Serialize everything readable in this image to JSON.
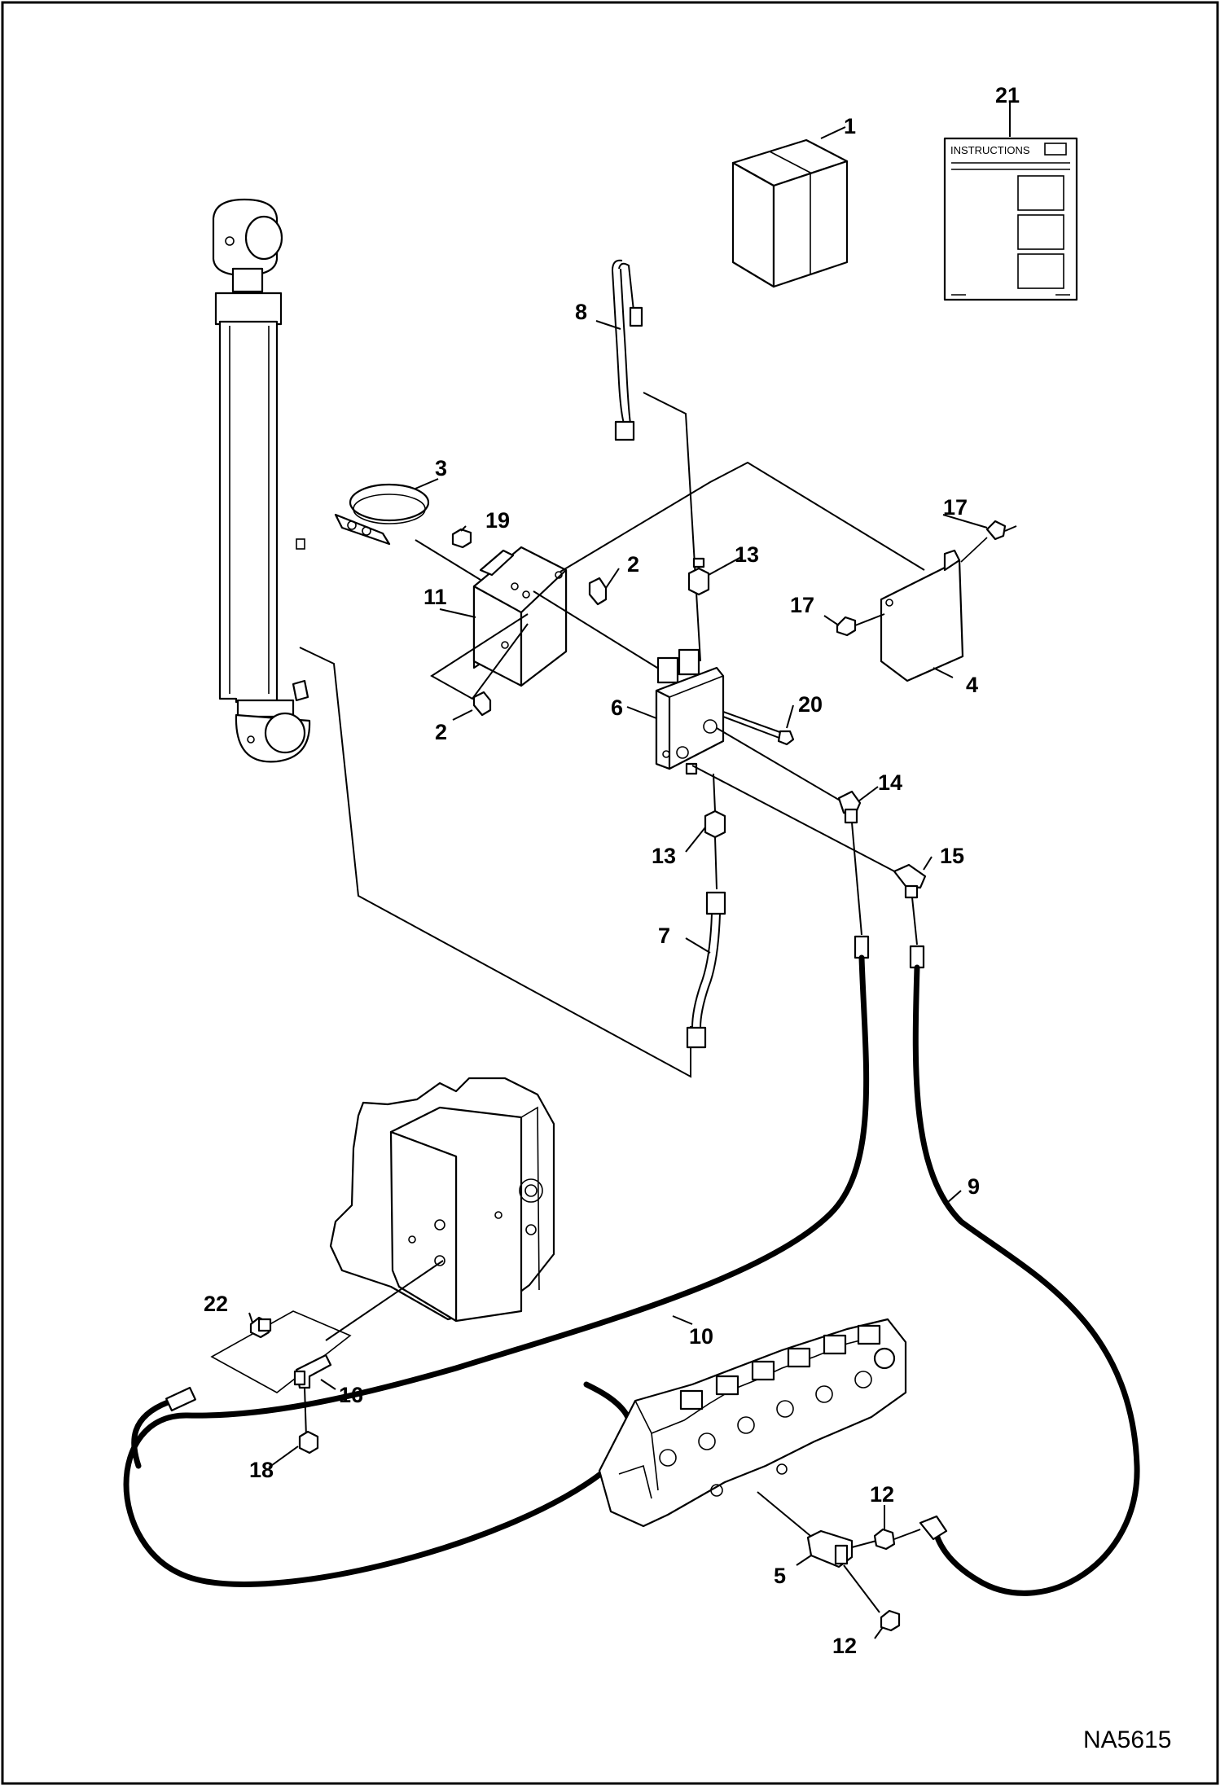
{
  "diagram": {
    "drawing_code": "NA5615",
    "callouts": [
      {
        "id": "c1",
        "label": "1"
      },
      {
        "id": "c2a",
        "label": "2"
      },
      {
        "id": "c2b",
        "label": "2"
      },
      {
        "id": "c3",
        "label": "3"
      },
      {
        "id": "c4",
        "label": "4"
      },
      {
        "id": "c5",
        "label": "5"
      },
      {
        "id": "c6",
        "label": "6"
      },
      {
        "id": "c7",
        "label": "7"
      },
      {
        "id": "c8",
        "label": "8"
      },
      {
        "id": "c9",
        "label": "9"
      },
      {
        "id": "c10",
        "label": "10"
      },
      {
        "id": "c11",
        "label": "11"
      },
      {
        "id": "c12a",
        "label": "12"
      },
      {
        "id": "c12b",
        "label": "12"
      },
      {
        "id": "c13a",
        "label": "13"
      },
      {
        "id": "c13b",
        "label": "13"
      },
      {
        "id": "c14",
        "label": "14"
      },
      {
        "id": "c15",
        "label": "15"
      },
      {
        "id": "c16",
        "label": "16"
      },
      {
        "id": "c17a",
        "label": "17"
      },
      {
        "id": "c17b",
        "label": "17"
      },
      {
        "id": "c18",
        "label": "18"
      },
      {
        "id": "c19",
        "label": "19"
      },
      {
        "id": "c20",
        "label": "20"
      },
      {
        "id": "c21",
        "label": "21"
      },
      {
        "id": "c22",
        "label": "22"
      }
    ],
    "instructions_sheet": {
      "heading": "INSTRUCTIONS"
    }
  }
}
